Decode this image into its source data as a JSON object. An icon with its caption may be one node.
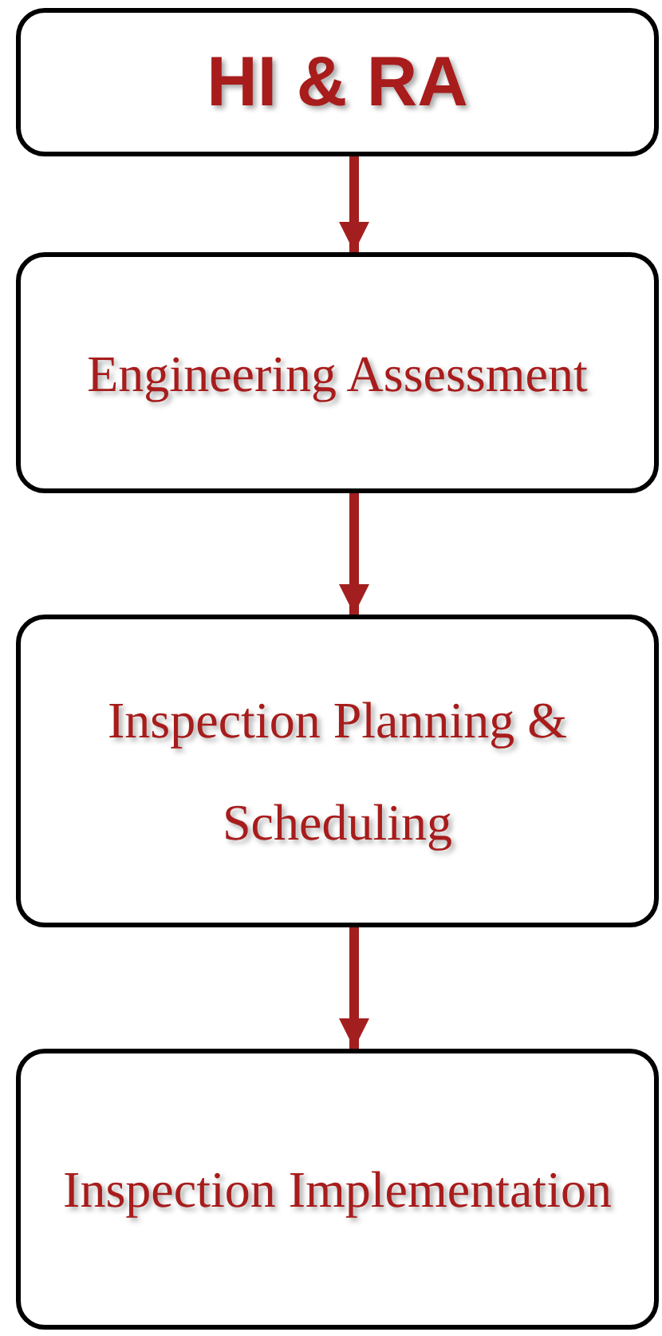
{
  "diagram": {
    "nodes": [
      {
        "text": [
          "HI & RA"
        ]
      },
      {
        "text": [
          "Engineering Assessment"
        ]
      },
      {
        "text": [
          "Inspection Planning & Scheduling"
        ]
      },
      {
        "text": [
          "Inspection Implementation"
        ]
      }
    ],
    "edges": [
      {
        "from": 0,
        "to": 1,
        "arrow": "to"
      },
      {
        "from": 1,
        "to": 2,
        "arrow": "to"
      },
      {
        "from": 2,
        "to": 3,
        "arrow": "to"
      }
    ]
  }
}
